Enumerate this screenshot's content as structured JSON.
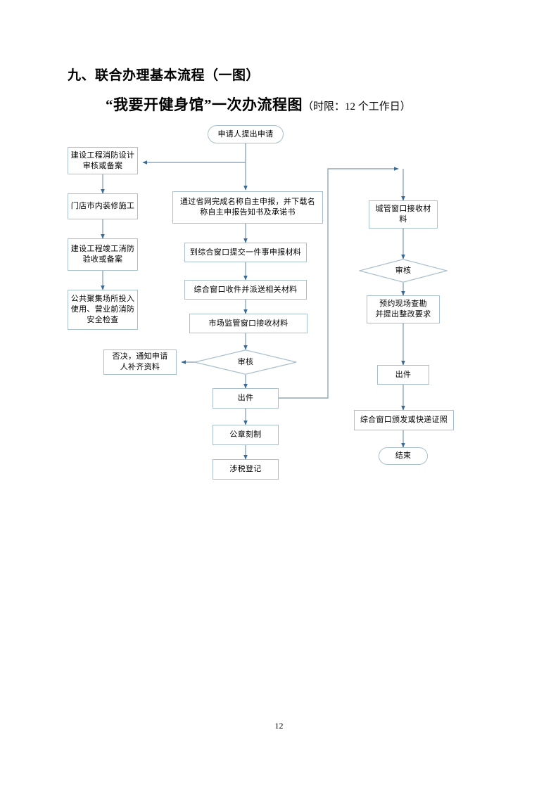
{
  "document": {
    "section_heading": "九、联合办理基本流程（一图）",
    "chart_title_main": "“我要开健身馆”一次办流程图",
    "chart_title_sub": "（时限：12 个工作日）",
    "page_number": "12",
    "theme": {
      "line_color": "#8fa9b8",
      "border_color": "#a9bfcb",
      "arrow_color": "#3a6a96",
      "background": "#ffffff",
      "text_color": "#000000"
    }
  },
  "flowchart": {
    "type": "flowchart",
    "start_node": "申请人提出申请",
    "end_node": "结束",
    "branches": {
      "fire_safety_column": [
        "建设工程消防设计审核或备案",
        "门店市内装修施工",
        "建设工程竣工消防验收或备案",
        "公共聚集场所投入使用、营业前消防安全检查"
      ],
      "main_column": [
        "通过省网完成名称自主申报，并下载名称自主申报告知书及承诺书",
        "到综合窗口提交一件事申报材料",
        "综合窗口收件并派送相关材料",
        "市场监管窗口接收材料",
        "审核",
        "出件",
        "公章刻制",
        "涉税登记"
      ],
      "reject_node": "否决，通知申请人补齐资料",
      "urban_column": [
        "城管窗口接收材料",
        "审核",
        "预约现场查勘并提出整改要求",
        "出件",
        "综合窗口颁发或快递证照"
      ]
    },
    "nodes": {
      "start": {
        "label": "申请人提出申请",
        "shape": "rounded"
      },
      "fire_design": {
        "label": "建设工程消防设计\n审核或备案",
        "shape": "rect"
      },
      "fire_design_l1": "建设工程消防设计",
      "fire_design_l2": "审核或备案",
      "store_fitout": "门店市内装修施工",
      "fire_accept_l1": "建设工程竣工消防",
      "fire_accept_l2": "验收或备案",
      "public_check_l1": "公共聚集场所投入",
      "public_check_l2": "使用、营业前消防",
      "public_check_l3": "安全检查",
      "name_declare_l1": "通过省网完成名称自主申报，并下载名",
      "name_declare_l2": "称自主申报告知书及承诺书",
      "submit_window": "到综合窗口提交一件事申报材料",
      "receive_dispatch": "综合窗口收件并派送相关材料",
      "market_window": "市场监管窗口接收材料",
      "review_center": "审核",
      "reject_l1": "否决，通知申请",
      "reject_l2": "人补齐资料",
      "issue_center": "出件",
      "seal_engrave": "公章刻制",
      "tax_register": "涉税登记",
      "urban_window_l1": "城管窗口接收材",
      "urban_window_l2": "料",
      "review_right": "审核",
      "survey_l1": "预约现场查勘",
      "survey_l2": "并提出整改要求",
      "issue_right": "出件",
      "license_issue": "综合窗口颁发或快递证照",
      "end": "结束"
    }
  }
}
